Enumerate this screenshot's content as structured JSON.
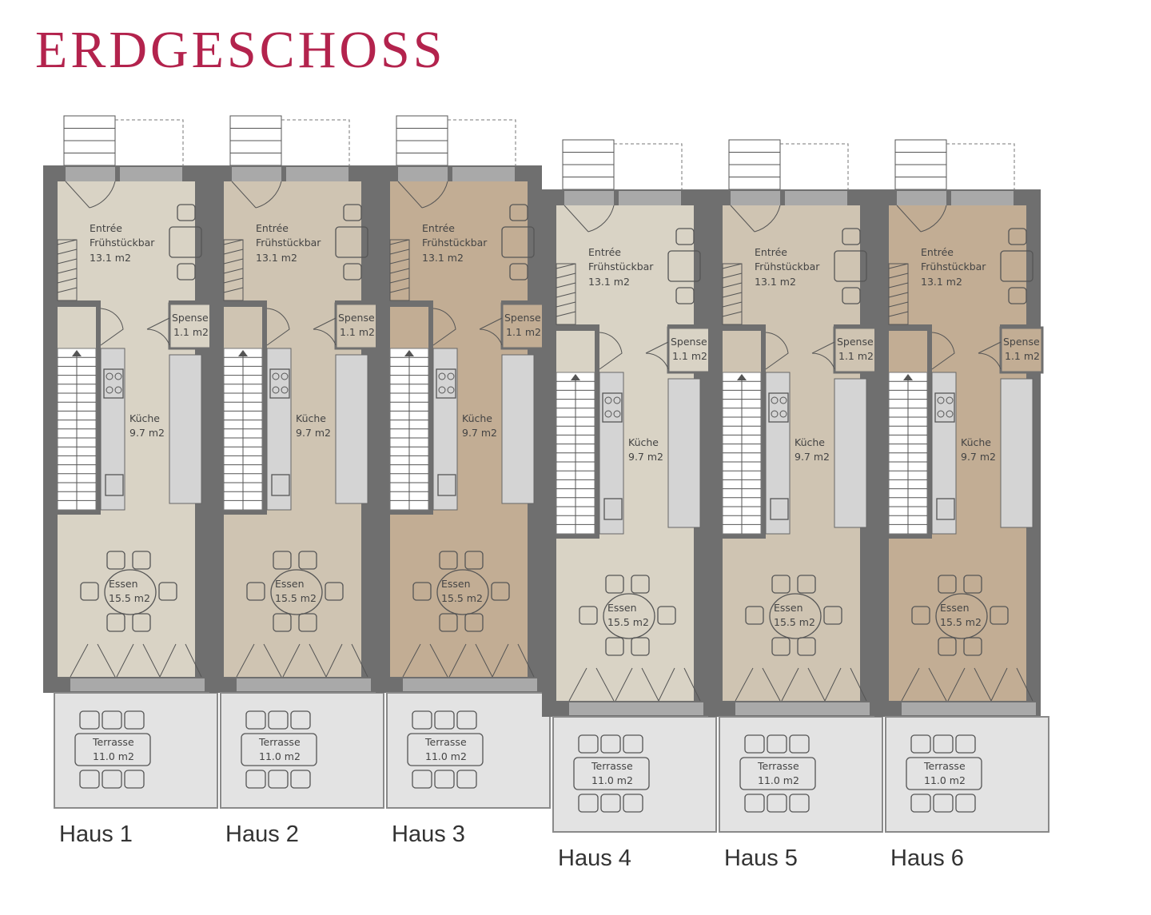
{
  "title": "ERDGESCHOSS",
  "houses": [
    {
      "name": "Haus 1",
      "color": "#d9d3c5"
    },
    {
      "name": "Haus 2",
      "color": "#cfc4b2"
    },
    {
      "name": "Haus 3",
      "color": "#c2ad94"
    },
    {
      "name": "Haus 4",
      "color": "#d9d3c5"
    },
    {
      "name": "Haus 5",
      "color": "#cfc4b2"
    },
    {
      "name": "Haus 6",
      "color": "#c2ad94"
    }
  ],
  "rooms": {
    "entree": [
      "Entrée",
      "Frühstückbar",
      "13.1 m2"
    ],
    "spense": [
      "Spense",
      "1.1 m2"
    ],
    "kueche": [
      "Küche",
      "9.7 m2"
    ],
    "essen": [
      "Essen",
      "15.5 m2"
    ],
    "terrasse": [
      "Terrasse",
      "11.0 m2"
    ]
  },
  "colors": {
    "title": "#b3234d",
    "wall": "#6f6f6f",
    "terrace": "#e3e3e3"
  }
}
